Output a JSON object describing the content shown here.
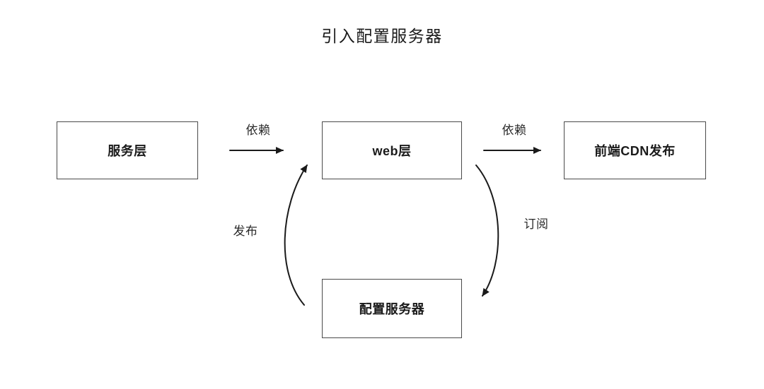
{
  "title": "引入配置服务器",
  "nodes": {
    "service_layer": {
      "label": "服务层"
    },
    "web_layer": {
      "label": "web层"
    },
    "cdn_publish": {
      "label": "前端CDN发布"
    },
    "config_server": {
      "label": "配置服务器"
    }
  },
  "edges": {
    "service_to_web": {
      "label": "依赖",
      "type": "straight-arrow"
    },
    "web_to_cdn": {
      "label": "依赖",
      "type": "straight-arrow"
    },
    "config_to_web": {
      "label": "发布",
      "type": "curved-arrow"
    },
    "web_to_config": {
      "label": "订阅",
      "type": "curved-arrow"
    }
  },
  "colors": {
    "background": "#ffffff",
    "line": "#1a1a1a",
    "box_border": "#4a4a4a",
    "text": "#1f1f1f"
  }
}
